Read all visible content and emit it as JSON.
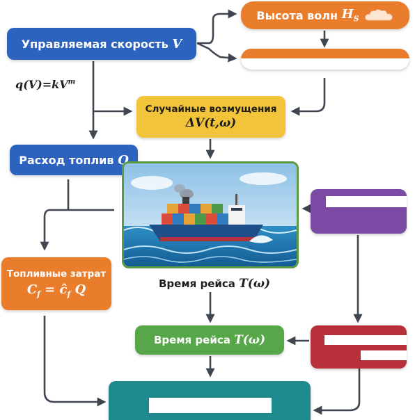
{
  "nodes": {
    "controlled_speed": {
      "text": "Управляемая скорость",
      "var": "V"
    },
    "wave_height": {
      "text": "Высота волн",
      "var": "H",
      "sub": "S"
    },
    "random_disturbances": {
      "text": "Случайные возмущения",
      "formula": "ΔV(t,ω)"
    },
    "fuel_consumption": {
      "text": "Расход топлив",
      "var": "Q"
    },
    "fuel_costs": {
      "text": "Топливные затрат",
      "formula": "C",
      "formula_sub": "f",
      "formula_rest": " = ĉ",
      "formula_sub2": "f",
      "formula_tail": " Q"
    },
    "trip_time": {
      "text": "Время рейса",
      "formula": "T(ω)"
    }
  },
  "relation": {
    "lhs": "q(V)",
    "rhs": "kV",
    "exp": "m"
  },
  "ship_caption": {
    "text": "Время рейса",
    "formula": "T(ω)"
  },
  "colors": {
    "blue": "#2b63bf",
    "orange": "#ea7d2c",
    "yellow": "#f2c43a",
    "green": "#57a64a",
    "purple": "#7a4aa4",
    "red": "#b8303a",
    "teal": "#1f8a8e"
  },
  "icons": [
    "cloud-icon",
    "cargo-ship-illustration"
  ]
}
